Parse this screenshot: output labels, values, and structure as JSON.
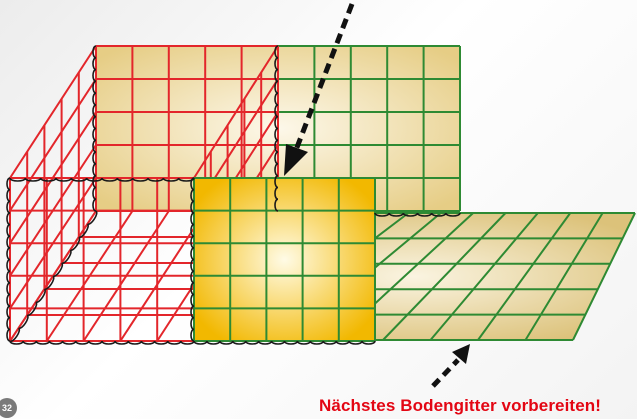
{
  "caption": "Nächstes Bodengitter vorbereiten!",
  "page_number": "32",
  "colors": {
    "red_grid": "#e3262b",
    "green_grid": "#2e8a33",
    "panel_fill_light": "#fbf2d6",
    "panel_fill_dark": "#e8cf86",
    "front_panel_center": "#fffbe6",
    "front_panel_edge": "#f2b800",
    "spiral": "#1a1a1a",
    "caption": "#e30613",
    "badge": "#7a7a7a"
  },
  "labels": {
    "back_panel": "back-panel",
    "front_panel": "front-panel"
  }
}
